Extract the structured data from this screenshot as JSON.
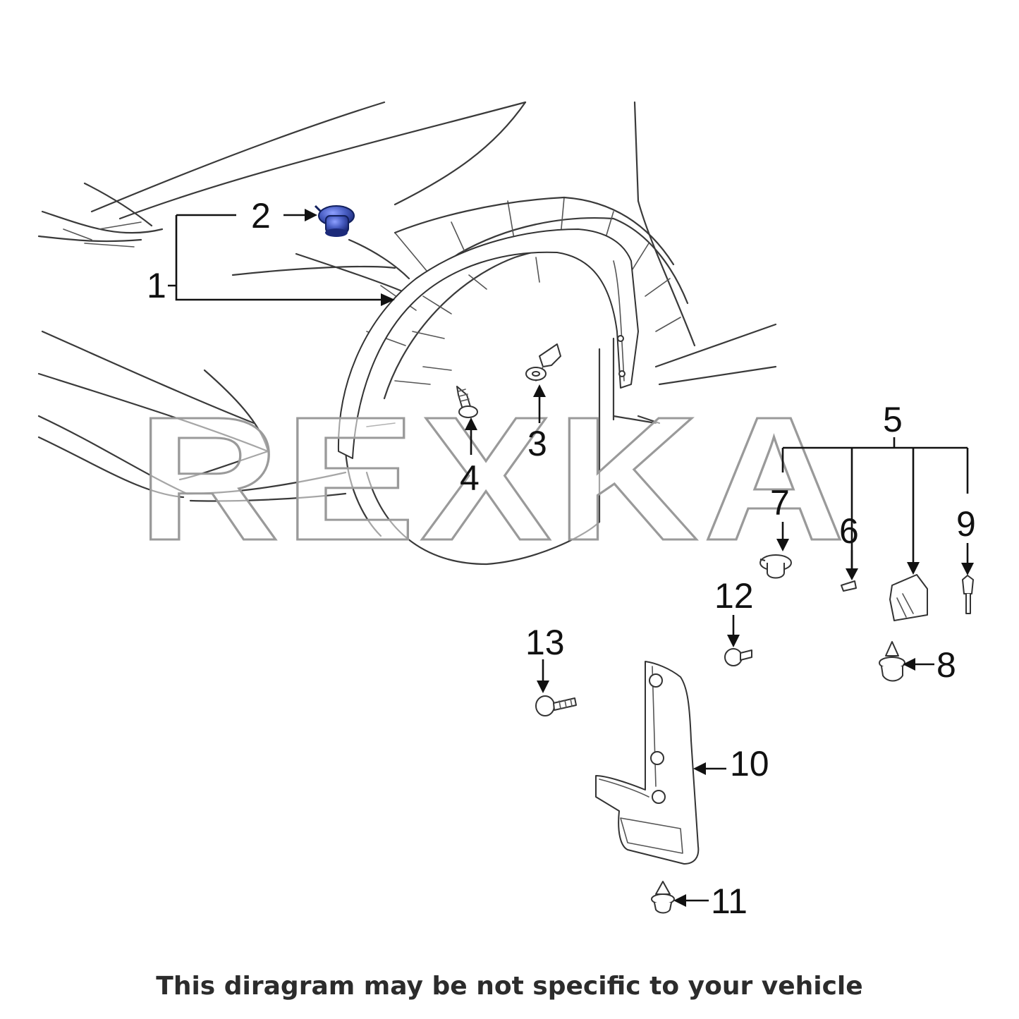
{
  "watermark": "REXKA",
  "disclaimer": "This diragram may be not specific to your vehicle",
  "callouts": [
    "1",
    "2",
    "3",
    "4",
    "5",
    "6",
    "7",
    "8",
    "9",
    "10",
    "11",
    "12",
    "13"
  ],
  "colors": {
    "highlight_part": "#4a5fc4",
    "line": "#3a3a3a",
    "text": "#111111"
  }
}
